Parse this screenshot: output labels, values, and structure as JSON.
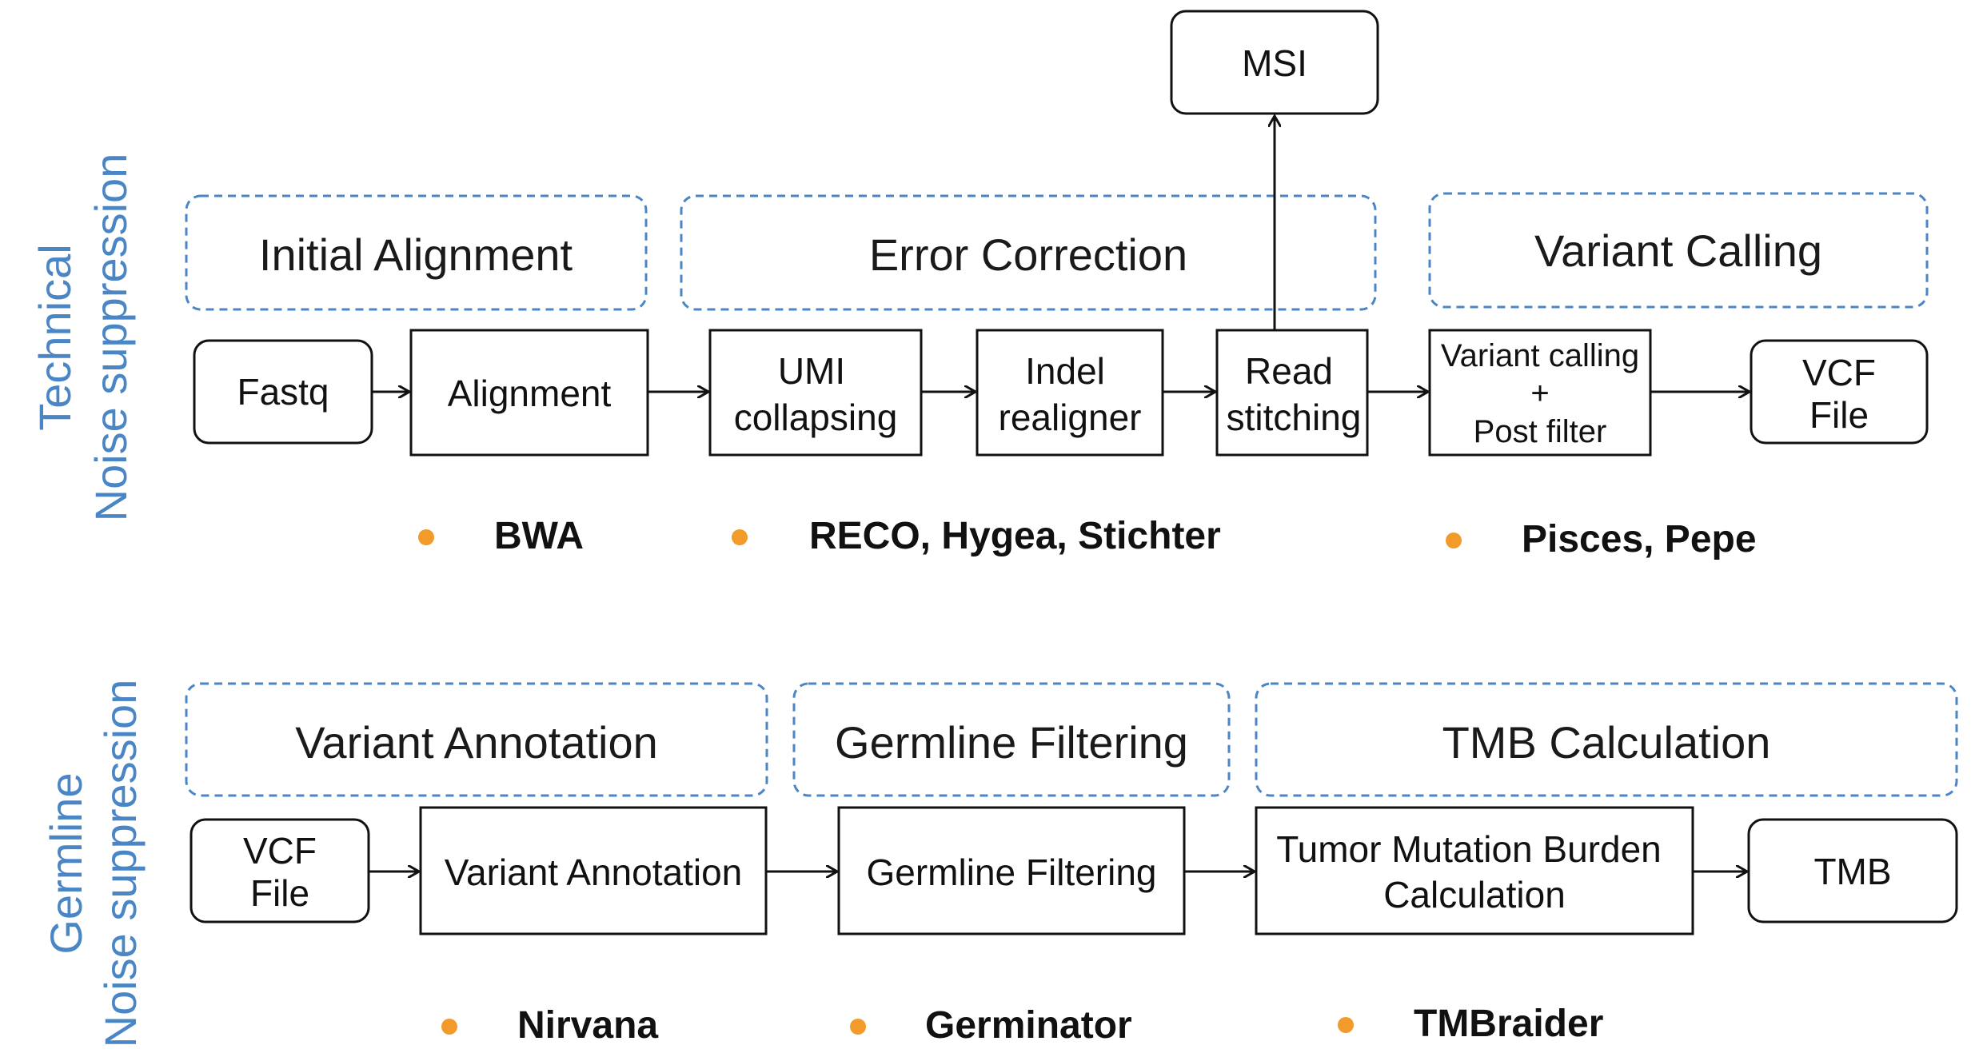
{
  "sections": {
    "technical": {
      "side_label_line1": "Technical",
      "side_label_line2": "Noise suppression",
      "groups": [
        "Initial Alignment",
        "Error Correction",
        "Variant Calling"
      ],
      "steps": {
        "fastq": "Fastq",
        "alignment": "Alignment",
        "umi_line1": "UMI",
        "umi_line2": "collapsing",
        "indel_line1": "Indel",
        "indel_line2": "realigner",
        "read_line1": "Read",
        "read_line2": "stitching",
        "varcall_line1": "Variant calling",
        "varcall_line2": "+",
        "varcall_line3": "Post filter",
        "vcf_line1": "VCF",
        "vcf_line2": "File",
        "msi": "MSI"
      },
      "tools": [
        "BWA",
        "RECO, Hygea, Stichter",
        "Pisces, Pepe"
      ]
    },
    "germline": {
      "side_label_line1": "Germline",
      "side_label_line2": "Noise suppression",
      "groups": [
        "Variant Annotation",
        "Germline Filtering",
        "TMB Calculation"
      ],
      "steps": {
        "vcf_line1": "VCF",
        "vcf_line2": "File",
        "annotation": "Variant Annotation",
        "filtering": "Germline Filtering",
        "tmb_calc_line1": "Tumor Mutation Burden",
        "tmb_calc_line2": "Calculation",
        "tmb": "TMB"
      },
      "tools": [
        "Nirvana",
        "Germinator",
        "TMBraider"
      ]
    }
  },
  "colors": {
    "accent_blue": "#4a86c5",
    "bullet_orange": "#f29b2b",
    "stroke": "#111111"
  }
}
